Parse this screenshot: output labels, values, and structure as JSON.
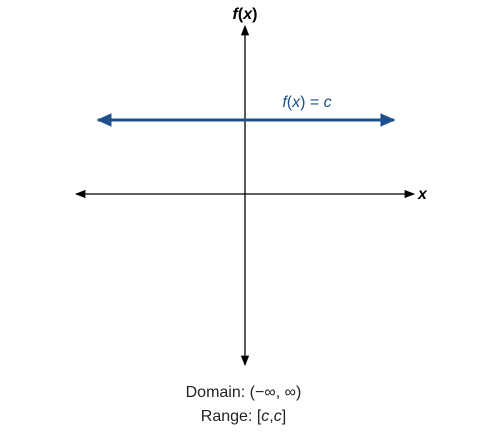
{
  "chart_data": {
    "type": "line",
    "function_label": {
      "prefix": "f(",
      "var": "x",
      "suffix": ") = ",
      "const": "c"
    },
    "series": [
      {
        "name": "f(x) = c",
        "kind": "constant",
        "y": "c"
      }
    ],
    "axes": {
      "x_label": "x",
      "y_label_prefix": "f(",
      "y_label_var": "x",
      "y_label_suffix": ")",
      "x_arrows": "both",
      "y_arrows": "both",
      "ticks": false
    },
    "grid": false,
    "line_color": "#1f4e8c",
    "axis_color": "#000000"
  },
  "caption": {
    "domain_label": "Domain: ",
    "domain_value": "(−∞, ∞)",
    "range_label": "Range: [",
    "range_c1": "c",
    "range_comma": ",",
    "range_c2": "c",
    "range_close": "]"
  }
}
